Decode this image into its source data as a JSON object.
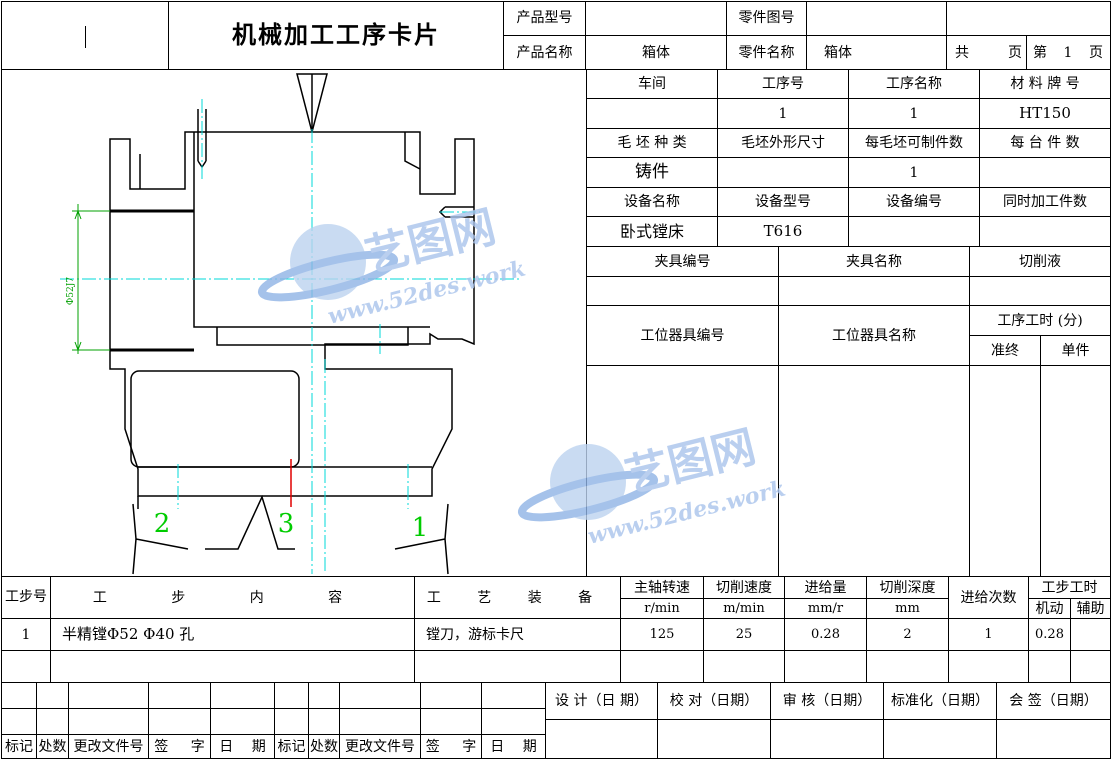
{
  "header": {
    "title": "机械加工工序卡片",
    "product_model_label": "产品型号",
    "product_model_value": "",
    "part_drawing_no_label": "零件图号",
    "part_drawing_no_value": "",
    "product_name_label": "产品名称",
    "product_name_value": "箱体",
    "part_name_label": "零件名称",
    "part_name_value": "箱体",
    "total_label": "共",
    "pages_label": "页",
    "page_label": "第",
    "page_no": "1",
    "page_suffix": "页"
  },
  "info": {
    "workshop_label": "车间",
    "op_no_label": "工序号",
    "op_name_label": "工序名称",
    "material_label": "材 料 牌 号",
    "workshop_value": "",
    "op_no_value": "1",
    "op_name_value": "1",
    "material_value": "HT150",
    "blank_type_label": "毛 坯 种 类",
    "blank_size_label": "毛坯外形尺寸",
    "parts_per_blank_label": "每毛坯可制件数",
    "parts_per_unit_label": "每 台 件 数",
    "blank_type_value": "铸件",
    "blank_size_value": "",
    "parts_per_blank_value": "1",
    "parts_per_unit_value": "",
    "equip_name_label": "设备名称",
    "equip_model_label": "设备型号",
    "equip_no_label": "设备编号",
    "simul_label": "同时加工件数",
    "equip_name_value": "卧式镗床",
    "equip_model_value": "T616",
    "fixture_no_label": "夹具编号",
    "fixture_name_label": "夹具名称",
    "coolant_label": "切削液",
    "station_tool_no_label": "工位器具编号",
    "station_tool_name_label": "工位器具名称",
    "op_time_label": "工序工时 (分)",
    "prep_label": "准终",
    "unit_label": "单件"
  },
  "drawing": {
    "dim_label": "Φ52J7",
    "loc_1": "1",
    "loc_2": "2",
    "loc_3": "3",
    "watermark_cn": "艺图网",
    "watermark_url": "www.52des.work"
  },
  "steps": {
    "header": {
      "step_no": "工步号",
      "content": "工 步 内 容",
      "equipment": "工 艺 装 备",
      "spindle": "主轴转速",
      "spindle_unit": "r/min",
      "speed": "切削速度",
      "speed_unit": "m/min",
      "feed": "进给量",
      "feed_unit": "mm/r",
      "depth": "切削深度",
      "depth_unit": "mm",
      "passes": "进给次数",
      "step_time": "工步工时",
      "machine": "机动",
      "aux": "辅助"
    },
    "rows": [
      {
        "no": "1",
        "content": "半精镗Φ52  Φ40 孔",
        "equipment": "镗刀，游标卡尺",
        "spindle": "125",
        "speed": "25",
        "feed": "0.28",
        "depth": "2",
        "passes": "1",
        "machine": "0.28",
        "aux": ""
      }
    ]
  },
  "footer": {
    "design": "设 计（日 期）",
    "check": "校 对（日期）",
    "review": "审 核（日期）",
    "standard": "标准化（日期）",
    "countersign": "会 签（日期）",
    "mark": "标记",
    "count": "处数",
    "doc_no": "更改文件号",
    "sign": "签 字",
    "date": "日 期",
    "mark2": "标记",
    "count2": "处数",
    "doc_no2": "更改文件号",
    "sign2": "签 字",
    "date2": "日 期"
  }
}
